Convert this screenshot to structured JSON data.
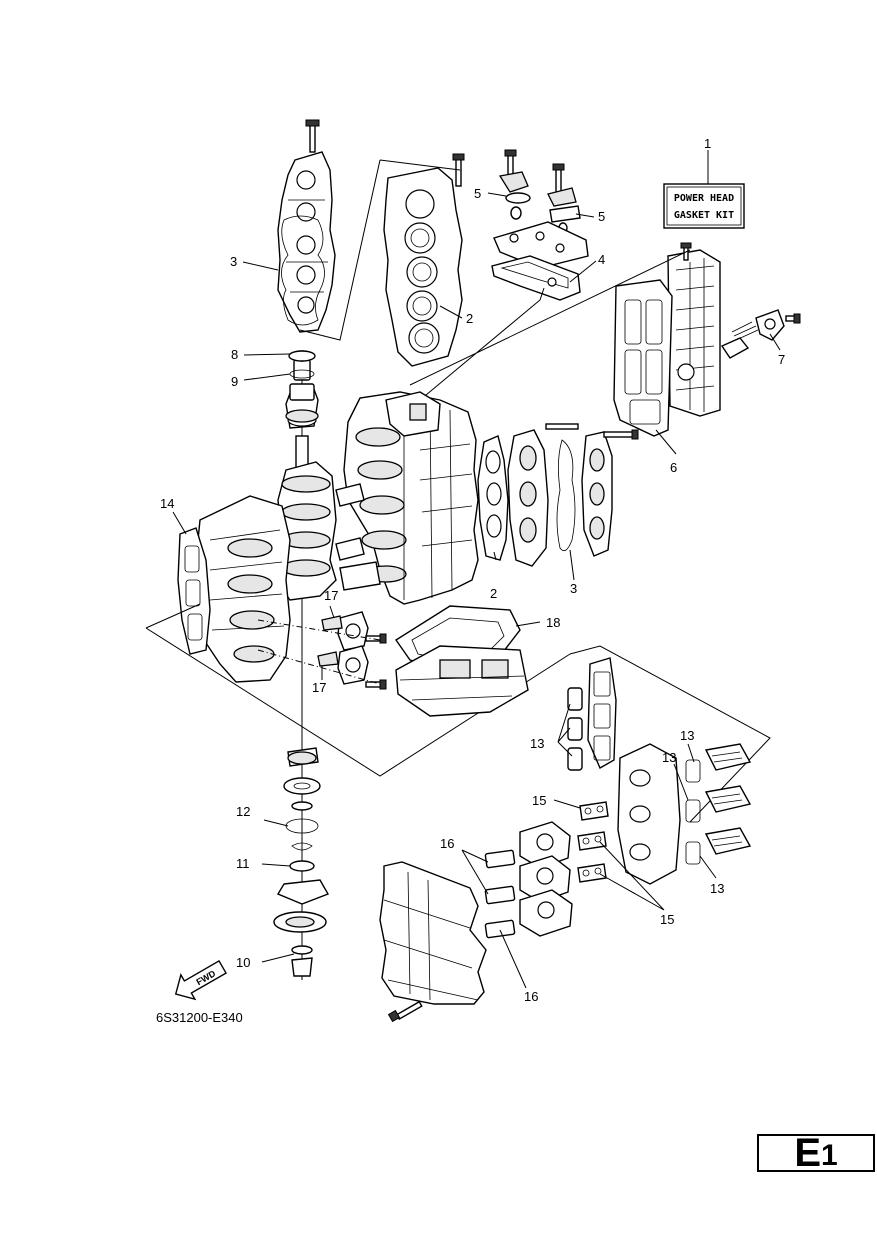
{
  "callouts": {
    "c1": "1",
    "c2a": "2",
    "c2b": "2",
    "c3a": "3",
    "c3b": "3",
    "c4": "4",
    "c5a": "5",
    "c5b": "5",
    "c6": "6",
    "c7": "7",
    "c8": "8",
    "c9": "9",
    "c10": "10",
    "c11": "11",
    "c12": "12",
    "c13a": "13",
    "c13b": "13",
    "c13c": "13",
    "c13d": "13",
    "c14": "14",
    "c15a": "15",
    "c15b": "15",
    "c16a": "16",
    "c16b": "16",
    "c17a": "17",
    "c17b": "17",
    "c18": "18"
  },
  "gasket_kit": {
    "line1": "POWER HEAD",
    "line2": "GASKET KIT"
  },
  "fwd_label": "FWD",
  "diagram_code": "6S31200-E340",
  "page_badge": {
    "letter": "E",
    "number": "1"
  }
}
